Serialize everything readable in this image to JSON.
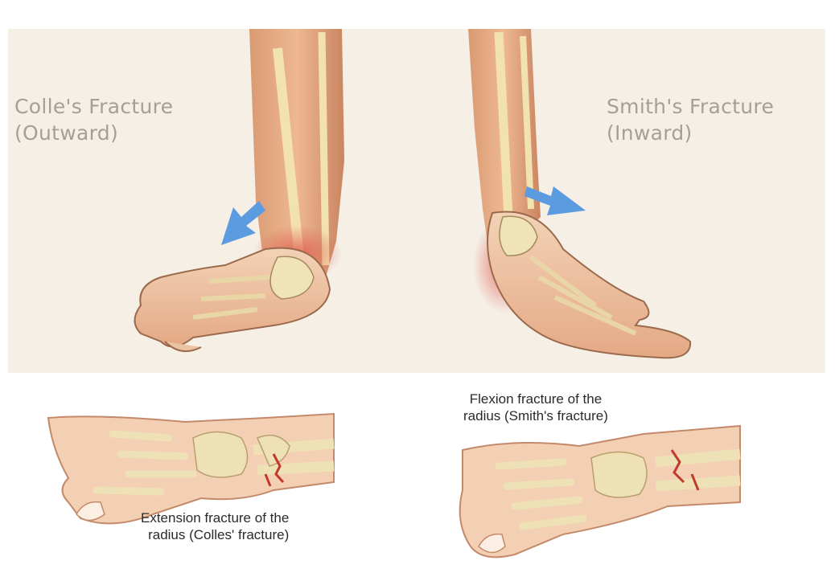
{
  "top_left_label": {
    "line1": "Colle's Fracture",
    "line2": "(Outward)"
  },
  "top_right_label": {
    "line1": "Smith's Fracture",
    "line2": "(Inward)"
  },
  "bottom_left_label": {
    "line1": "Extension fracture of the",
    "line2": "radius (Colles' fracture)"
  },
  "bottom_right_label": {
    "line1": "Flexion fracture of the",
    "line2": "radius (Smith's fracture)"
  },
  "colors": {
    "skin": "#e8b48c",
    "bone": "#f0e3b8",
    "fracture": "#c0392b",
    "arrow": "#5b9be0"
  }
}
